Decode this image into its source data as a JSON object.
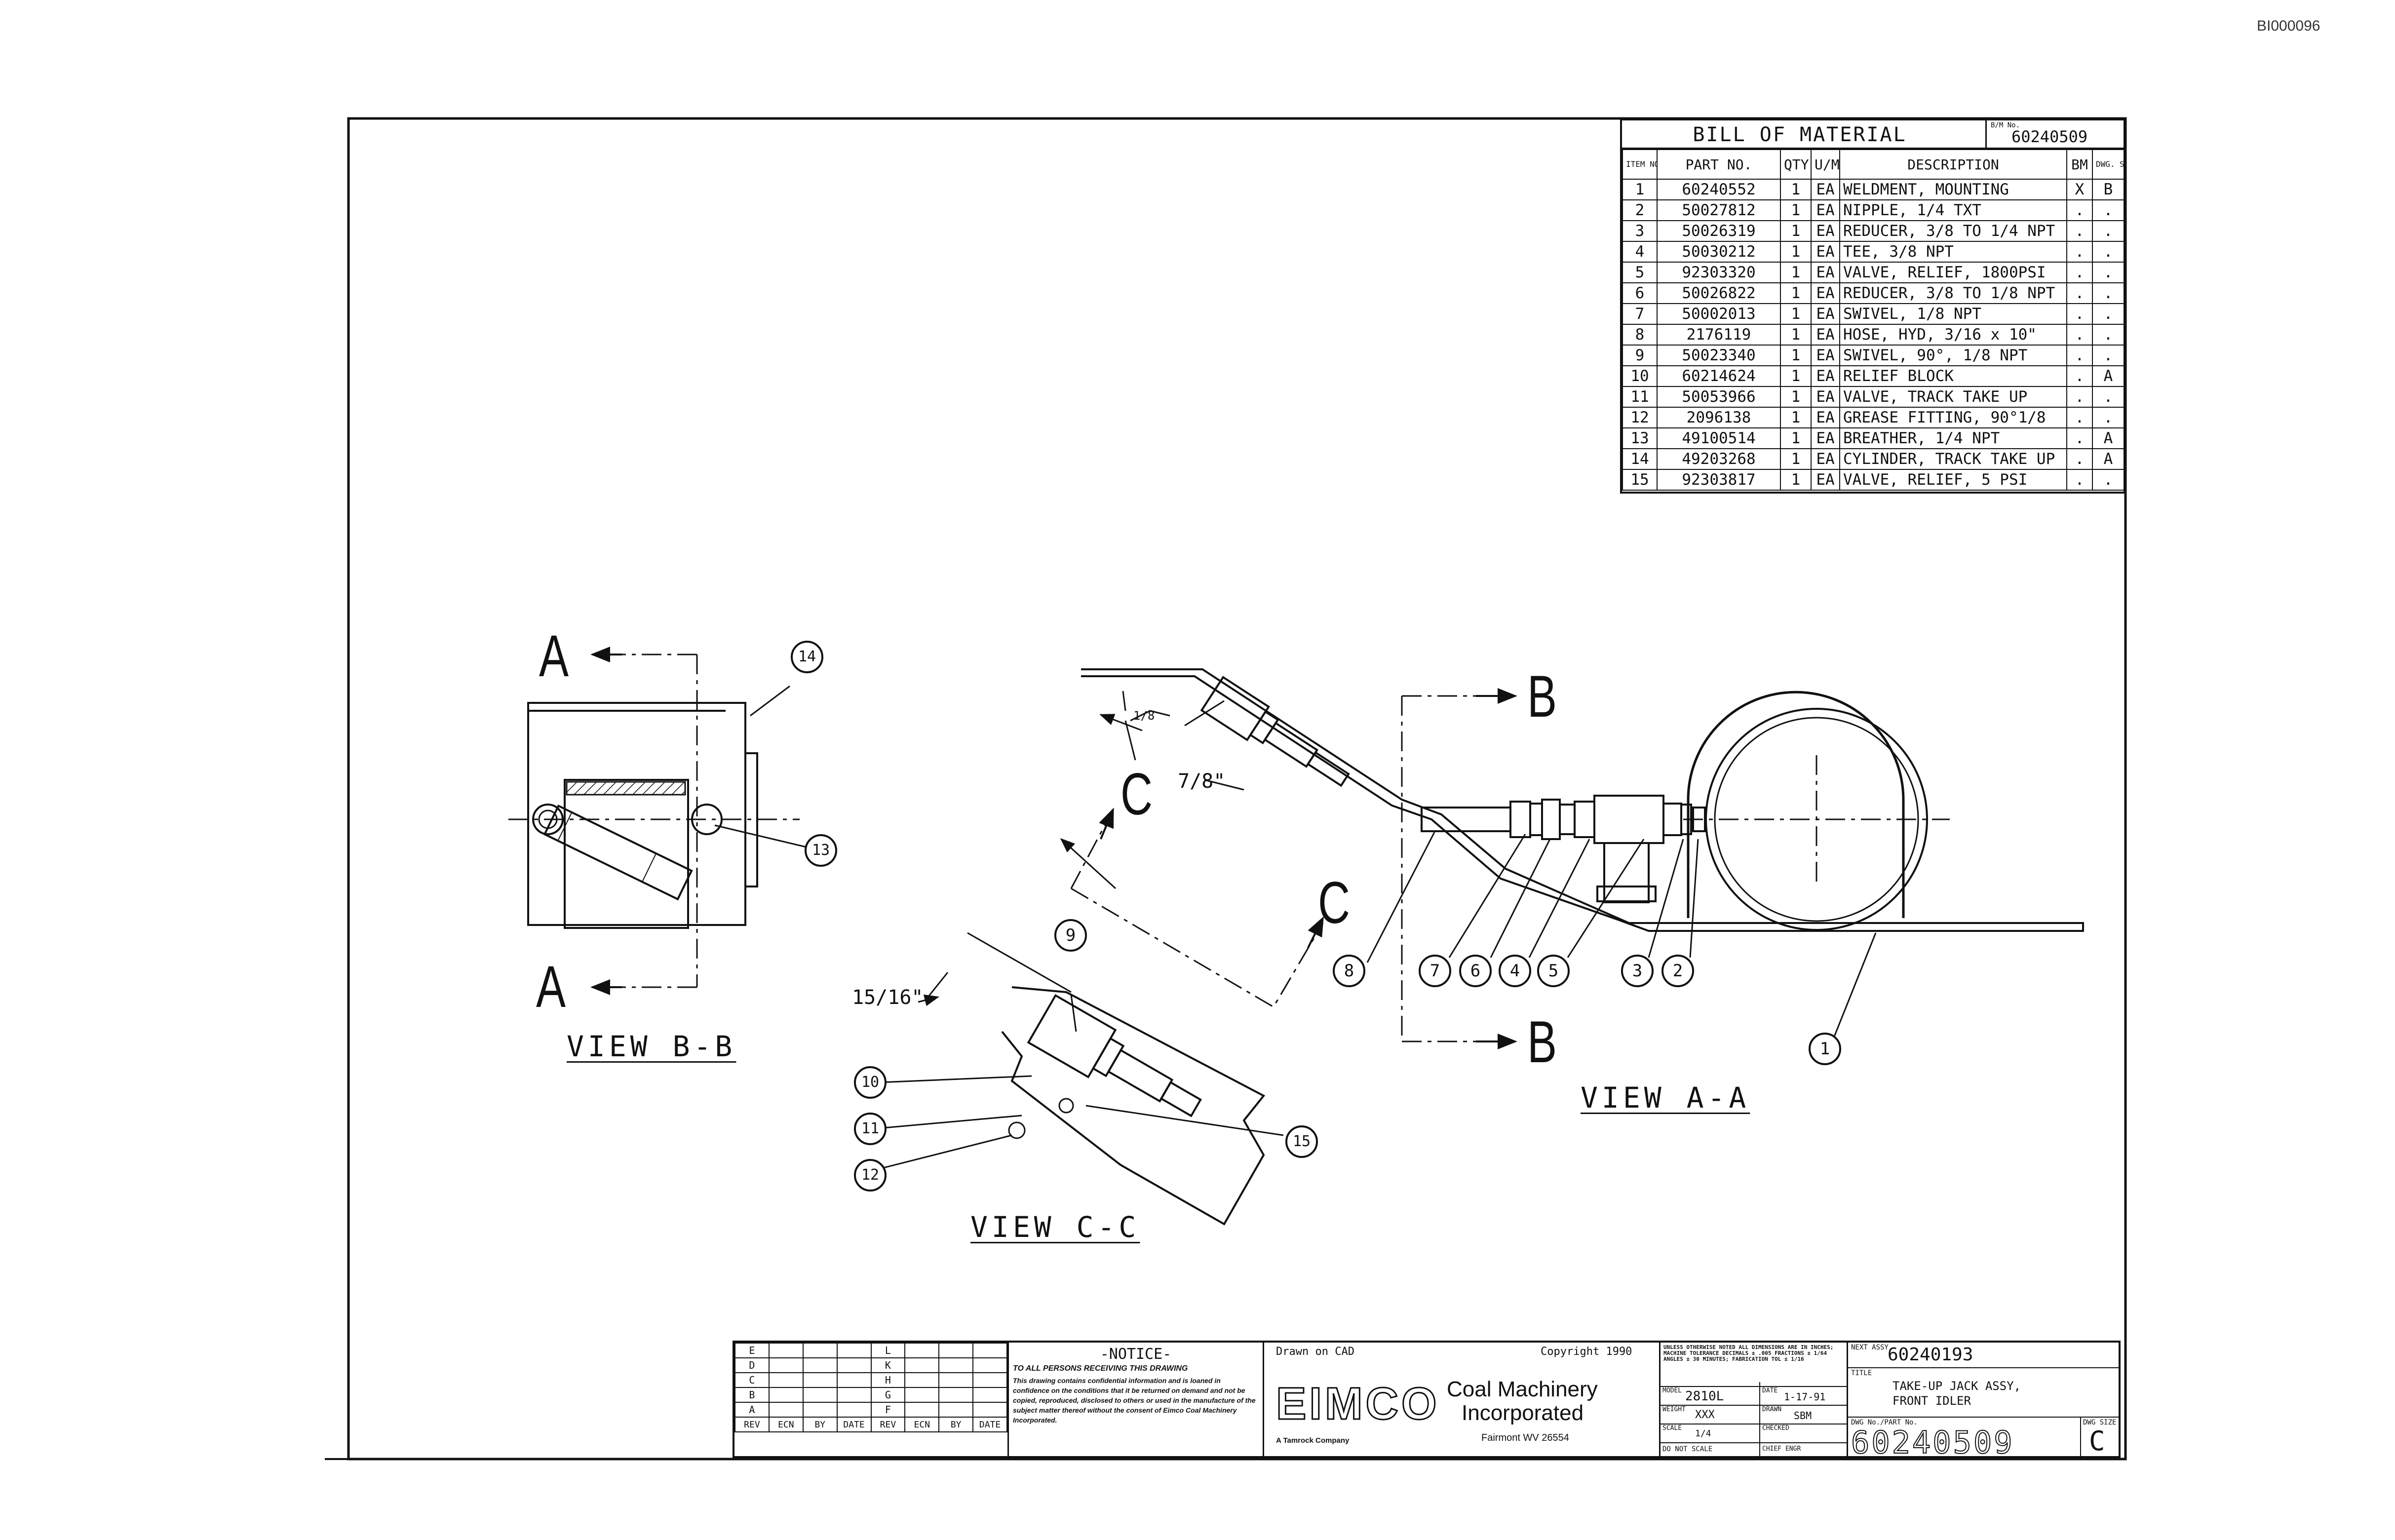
{
  "doc_id": "BI000096",
  "bom": {
    "title": "BILL OF MATERIAL",
    "bm_label": "B/M No.",
    "bm_no": "60240509",
    "headers": {
      "item": "ITEM NO.",
      "part": "PART NO.",
      "qty": "QTY",
      "um": "U/M",
      "desc": "DESCRIPTION",
      "bm": "BM",
      "dwg": "DWG. SIZE"
    },
    "rows": [
      {
        "item": "1",
        "part": "60240552",
        "qty": "1",
        "um": "EA",
        "desc": "WELDMENT, MOUNTING",
        "bm": "X",
        "size": "B"
      },
      {
        "item": "2",
        "part": "50027812",
        "qty": "1",
        "um": "EA",
        "desc": "NIPPLE, 1/4 TXT",
        "bm": ".",
        "size": "."
      },
      {
        "item": "3",
        "part": "50026319",
        "qty": "1",
        "um": "EA",
        "desc": "REDUCER, 3/8 TO 1/4 NPT",
        "bm": ".",
        "size": "."
      },
      {
        "item": "4",
        "part": "50030212",
        "qty": "1",
        "um": "EA",
        "desc": "TEE, 3/8 NPT",
        "bm": ".",
        "size": "."
      },
      {
        "item": "5",
        "part": "92303320",
        "qty": "1",
        "um": "EA",
        "desc": "VALVE, RELIEF, 1800PSI",
        "bm": ".",
        "size": "."
      },
      {
        "item": "6",
        "part": "50026822",
        "qty": "1",
        "um": "EA",
        "desc": "REDUCER, 3/8 TO 1/8 NPT",
        "bm": ".",
        "size": "."
      },
      {
        "item": "7",
        "part": "50002013",
        "qty": "1",
        "um": "EA",
        "desc": "SWIVEL, 1/8 NPT",
        "bm": ".",
        "size": "."
      },
      {
        "item": "8",
        "part": "2176119",
        "qty": "1",
        "um": "EA",
        "desc": "HOSE, HYD, 3/16 x 10\"",
        "bm": ".",
        "size": "."
      },
      {
        "item": "9",
        "part": "50023340",
        "qty": "1",
        "um": "EA",
        "desc": "SWIVEL, 90°, 1/8 NPT",
        "bm": ".",
        "size": "."
      },
      {
        "item": "10",
        "part": "60214624",
        "qty": "1",
        "um": "EA",
        "desc": "RELIEF BLOCK",
        "bm": ".",
        "size": "A"
      },
      {
        "item": "11",
        "part": "50053966",
        "qty": "1",
        "um": "EA",
        "desc": "VALVE, TRACK TAKE UP",
        "bm": ".",
        "size": "."
      },
      {
        "item": "12",
        "part": "2096138",
        "qty": "1",
        "um": "EA",
        "desc": "GREASE FITTING, 90°1/8",
        "bm": ".",
        "size": "."
      },
      {
        "item": "13",
        "part": "49100514",
        "qty": "1",
        "um": "EA",
        "desc": "BREATHER, 1/4 NPT",
        "bm": ".",
        "size": "A"
      },
      {
        "item": "14",
        "part": "49203268",
        "qty": "1",
        "um": "EA",
        "desc": "CYLINDER, TRACK TAKE UP",
        "bm": ".",
        "size": "A"
      },
      {
        "item": "15",
        "part": "92303817",
        "qty": "1",
        "um": "EA",
        "desc": "VALVE, RELIEF, 5 PSI",
        "bm": ".",
        "size": "."
      }
    ]
  },
  "views": {
    "bb_label": "VIEW B-B",
    "aa_label": "VIEW A-A",
    "cc_label": "VIEW C-C",
    "section_a": "A",
    "section_b": "B",
    "section_c": "C"
  },
  "dims": {
    "d1": "7/8\"",
    "d2": "15/16\"",
    "d3": "1/8"
  },
  "balloons": {
    "b1": "1",
    "b2": "2",
    "b3": "3",
    "b4": "4",
    "b5": "5",
    "b6": "6",
    "b7": "7",
    "b8": "8",
    "b9": "9",
    "b10": "10",
    "b11": "11",
    "b12": "12",
    "b13": "13",
    "b14": "14",
    "b15": "15"
  },
  "title_block": {
    "rev_letters_left": [
      "E",
      "D",
      "C",
      "B",
      "A"
    ],
    "rev_letters_right": [
      "L",
      "K",
      "H",
      "G",
      "F"
    ],
    "rev_footer": [
      "REV",
      "ECN",
      "BY",
      "DATE",
      "REV",
      "ECN",
      "BY",
      "DATE"
    ],
    "notice_title": "-NOTICE-",
    "notice_lead": "TO ALL PERSONS RECEIVING THIS DRAWING",
    "notice_body": "This drawing contains confidential information and is loaned in confidence on the conditions that it be returned on demand and not be copied, reproduced, disclosed to others or used in the manufacture of the subject matter thereof without the consent of Eimco Coal Machinery Incorporated.",
    "drawn_on": "Drawn on CAD",
    "copyright": "Copyright 1990",
    "company_logo": "EIMCO",
    "company_tag": "A Tamrock Company",
    "company_line1": "Coal Machinery",
    "company_line2": "Incorporated",
    "company_city": "Fairmont WV 26554",
    "spec_note": "UNLESS OTHERWISE NOTED ALL DIMENSIONS ARE IN INCHES; MACHINE TOLERANCE DECIMALS ± .005 FRACTIONS ± 1/64 ANGLES ± 30 MINUTES; FABRICATION TOL ± 1/16",
    "model_label": "MODEL",
    "model": "2810L",
    "date_label": "DATE",
    "date": "1-17-91",
    "weight_label": "WEIGHT",
    "weight": "XXX",
    "drawn_label": "DRAWN",
    "drawn": "SBM",
    "scale_label": "SCALE",
    "scale": "1/4",
    "checked_label": "CHECKED",
    "no_scale": "DO NOT SCALE",
    "chief_label": "CHIEF ENGR",
    "next_assy_label": "NEXT ASSY.",
    "next_assy": "60240193",
    "title_label": "TITLE",
    "title_line1": "TAKE-UP JACK ASSY,",
    "title_line2": "FRONT IDLER",
    "dwg_no_label": "DWG No./PART No.",
    "dwg_no": "60240509",
    "dwg_size_label": "DWG SIZE",
    "dwg_size": "C"
  }
}
